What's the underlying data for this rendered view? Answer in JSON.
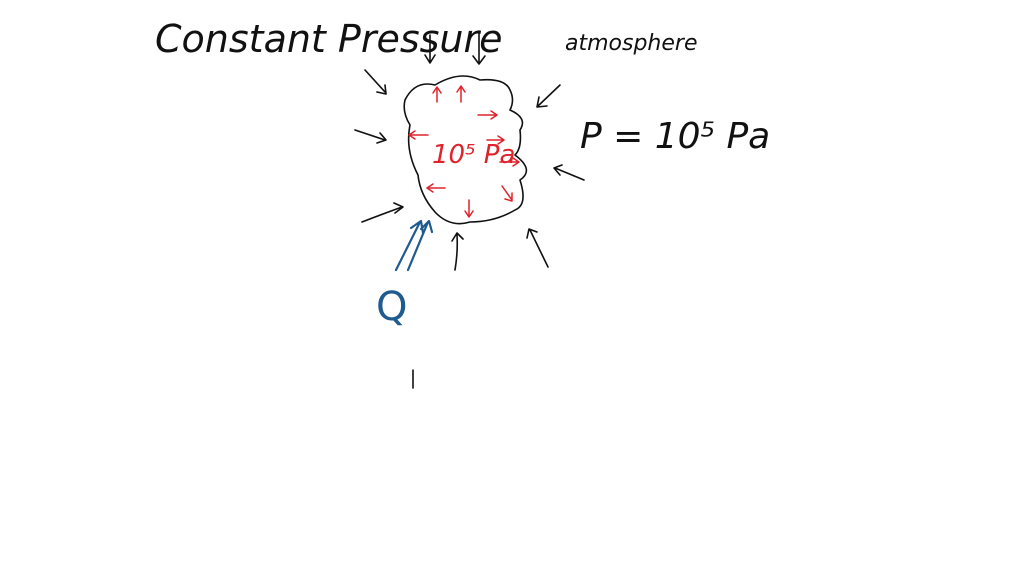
{
  "labels": {
    "title": "Constant Pressure",
    "surroundings": "atmosphere",
    "outside_pressure": "P = 10⁵ Pa",
    "inside_pressure": "10⁵ Pa",
    "heat": "Q"
  },
  "colors": {
    "ink": "#111111",
    "internal_pressure_arrows": "#e0222b",
    "heat": "#1f5b8e",
    "background": "#ffffff"
  }
}
